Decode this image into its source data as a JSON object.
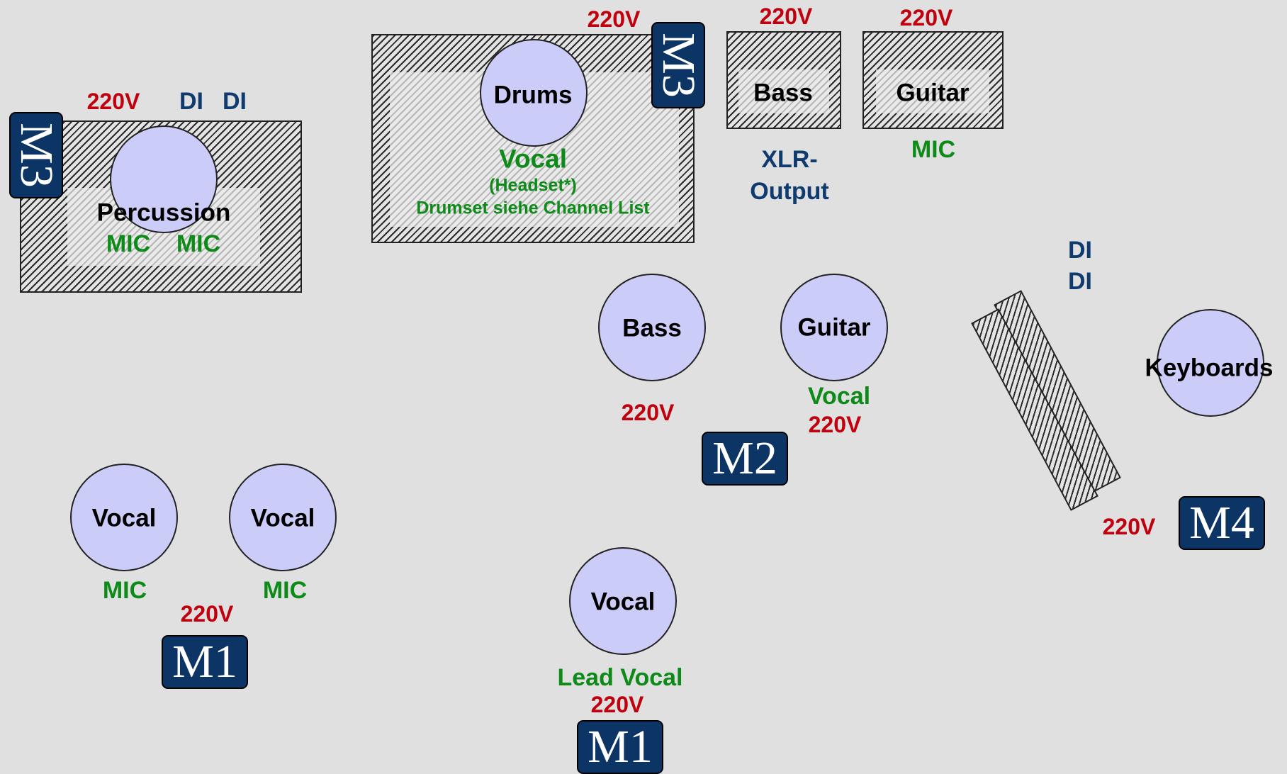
{
  "colors": {
    "background": "#e0e0e0",
    "voltage": "#c0000d",
    "mic_label": "#0d8a18",
    "di_label": "#0f3b6e",
    "instrument_circle": "#ccccf8",
    "monitor_box": "#0c3465"
  },
  "percussion": {
    "voltage": "220V",
    "di_1": "DI",
    "di_2": "DI",
    "name": "Percussion",
    "mic_1": "MIC",
    "mic_2": "MIC",
    "monitor": "M3"
  },
  "drums": {
    "voltage": "220V",
    "name": "Drums",
    "vocal": "Vocal",
    "headset": "(Headset*)",
    "note": "Drumset siehe Channel List",
    "monitor": "M3"
  },
  "bass_amp": {
    "voltage": "220V",
    "name": "Bass",
    "output_line1": "XLR-",
    "output_line2": "Output"
  },
  "guitar_amp": {
    "voltage": "220V",
    "name": "Guitar",
    "mic": "MIC"
  },
  "bass_player": {
    "name": "Bass",
    "voltage": "220V"
  },
  "guitar_player": {
    "name": "Guitar",
    "vocal": "Vocal",
    "voltage": "220V"
  },
  "monitor_m2": "M2",
  "keyboards": {
    "di_1": "DI",
    "di_2": "DI",
    "name": "Keyboards",
    "voltage": "220V",
    "monitor": "M4"
  },
  "vocal_left_1": {
    "name": "Vocal",
    "mic": "MIC"
  },
  "vocal_left_2": {
    "name": "Vocal",
    "mic": "MIC"
  },
  "vocal_left_voltage": "220V",
  "vocal_left_monitor": "M1",
  "lead_vocal": {
    "name": "Vocal",
    "label": "Lead Vocal",
    "voltage": "220V",
    "monitor": "M1"
  }
}
